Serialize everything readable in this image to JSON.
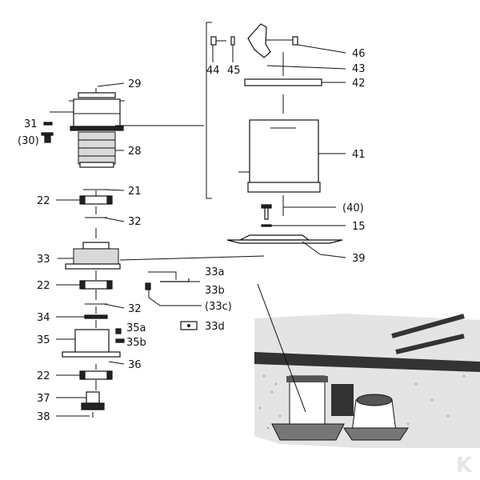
{
  "diagram": {
    "labels": {
      "p29": "29",
      "p31": "31",
      "p30": "(30)",
      "p28": "28",
      "p21": "21",
      "p22a": "22",
      "p32a": "32",
      "p33": "33",
      "p22b": "22",
      "p34": "34",
      "p32b": "32",
      "p35": "35",
      "p35a": "35a",
      "p35b": "35b",
      "p36": "36",
      "p22c": "22",
      "p37": "37",
      "p38": "38",
      "p44": "44",
      "p45": "45",
      "p46": "46",
      "p43": "43",
      "p42": "42",
      "p41": "41",
      "p40": "(40)",
      "p15": "15",
      "p39": "39",
      "p33a": "33a",
      "p33b": "33b",
      "p33c": "(33c)",
      "p33d": "33d"
    },
    "watermark": "K"
  }
}
